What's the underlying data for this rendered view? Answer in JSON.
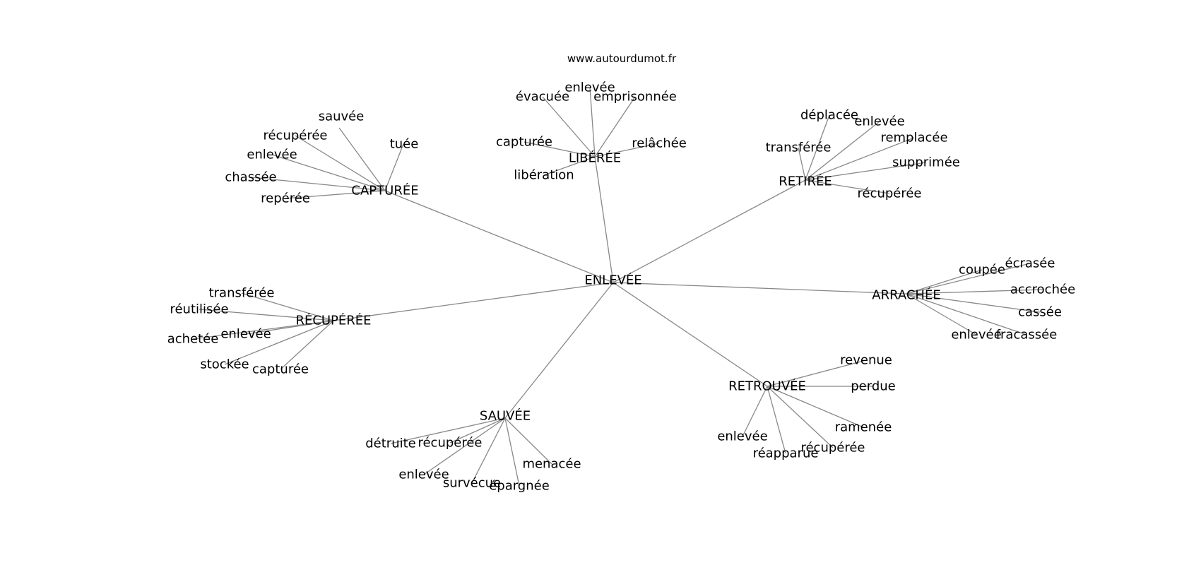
{
  "source": "www.autourdumot.fr",
  "center": "ENLEVÉE",
  "clusters": [
    {
      "id": "captured",
      "label": "CAPTURÉE",
      "leaves": [
        "sauvée",
        "récupérée",
        "tuée",
        "enlevée",
        "chassée",
        "repérée"
      ]
    },
    {
      "id": "liberee",
      "label": "LIBÉRÉE",
      "leaves": [
        "enlevée",
        "évacuée",
        "emprisonnée",
        "capturée",
        "relâchée",
        "libération"
      ]
    },
    {
      "id": "retiree",
      "label": "RETIRÉE",
      "leaves": [
        "déplacée",
        "enlevée",
        "remplacée",
        "transférée",
        "supprimée",
        "récupérée"
      ]
    },
    {
      "id": "arrachee",
      "label": "ARRACHÉE",
      "leaves": [
        "écrasée",
        "coupée",
        "accrochée",
        "cassée",
        "enlevée",
        "fracassée"
      ]
    },
    {
      "id": "retrouvee",
      "label": "RETROUVÉE",
      "leaves": [
        "revenue",
        "perdue",
        "ramenée",
        "enlevée",
        "récupérée",
        "réapparue"
      ]
    },
    {
      "id": "sauvee",
      "label": "SAUVÉE",
      "leaves": [
        "détruite",
        "récupérée",
        "menacée",
        "enlevée",
        "survécue",
        "épargnée"
      ]
    },
    {
      "id": "recuperee",
      "label": "RÉCUPÉRÉE",
      "leaves": [
        "transférée",
        "réutilisée",
        "enlevée",
        "achetée",
        "stockée",
        "capturée"
      ]
    }
  ],
  "colors": {
    "edge": "#888888",
    "text": "#000000",
    "background": "#ffffff"
  }
}
